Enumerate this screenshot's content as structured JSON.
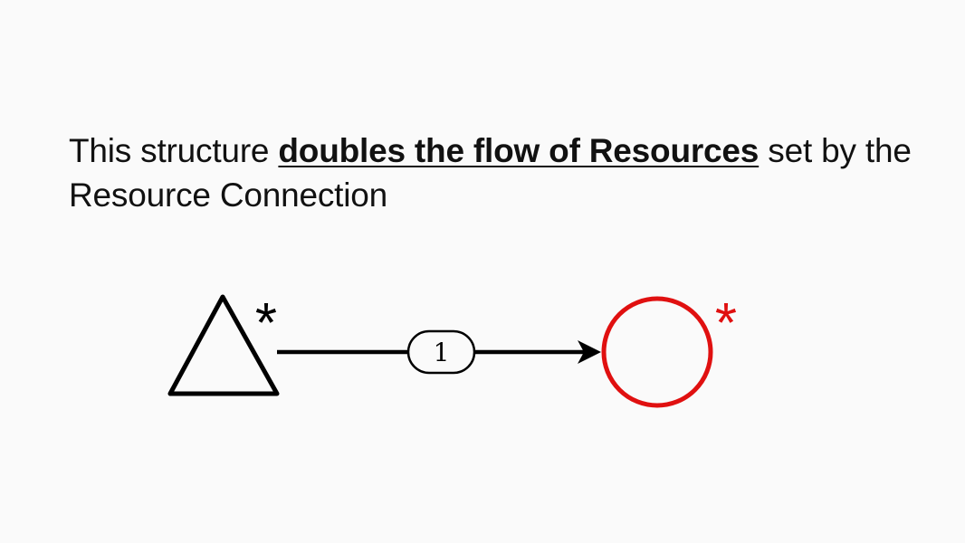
{
  "caption": {
    "before": "This structure ",
    "emphasis": "doubles the flow of Resources",
    "after": " set by the Resource Connection"
  },
  "diagram": {
    "source": {
      "shape": "triangle",
      "color": "#000000",
      "marker": "*"
    },
    "connection": {
      "label": "1",
      "color": "#000000"
    },
    "target": {
      "shape": "circle",
      "color": "#e01010",
      "marker": "*"
    }
  }
}
